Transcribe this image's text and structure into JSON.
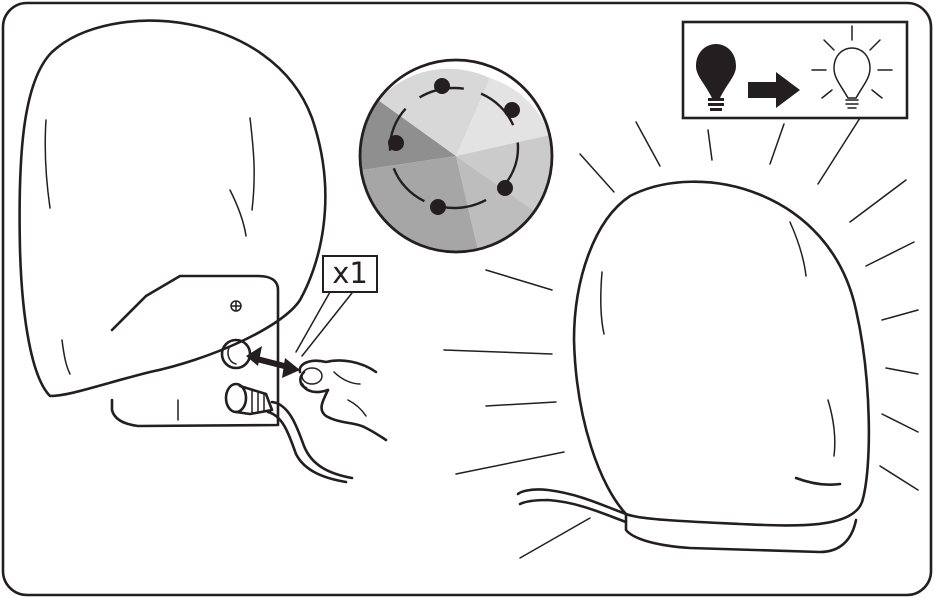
{
  "diagram": {
    "press_count_label": "x1",
    "icons": {
      "bulb_off": "lightbulb-off-icon",
      "arrow": "arrow-right-icon",
      "bulb_on": "lightbulb-on-icon",
      "button": "power-button-icon",
      "plug": "dc-plug-icon",
      "screw": "screw-icon"
    },
    "color_wheel": {
      "segments": 6,
      "dots": 5,
      "shades": [
        "#e3e3e3",
        "#d9d9d9",
        "#c9c9c9",
        "#b9b9b9",
        "#a4a4a4",
        "#8e8e8e"
      ]
    },
    "colors": {
      "ink": "#231f20",
      "background": "#ffffff"
    }
  }
}
